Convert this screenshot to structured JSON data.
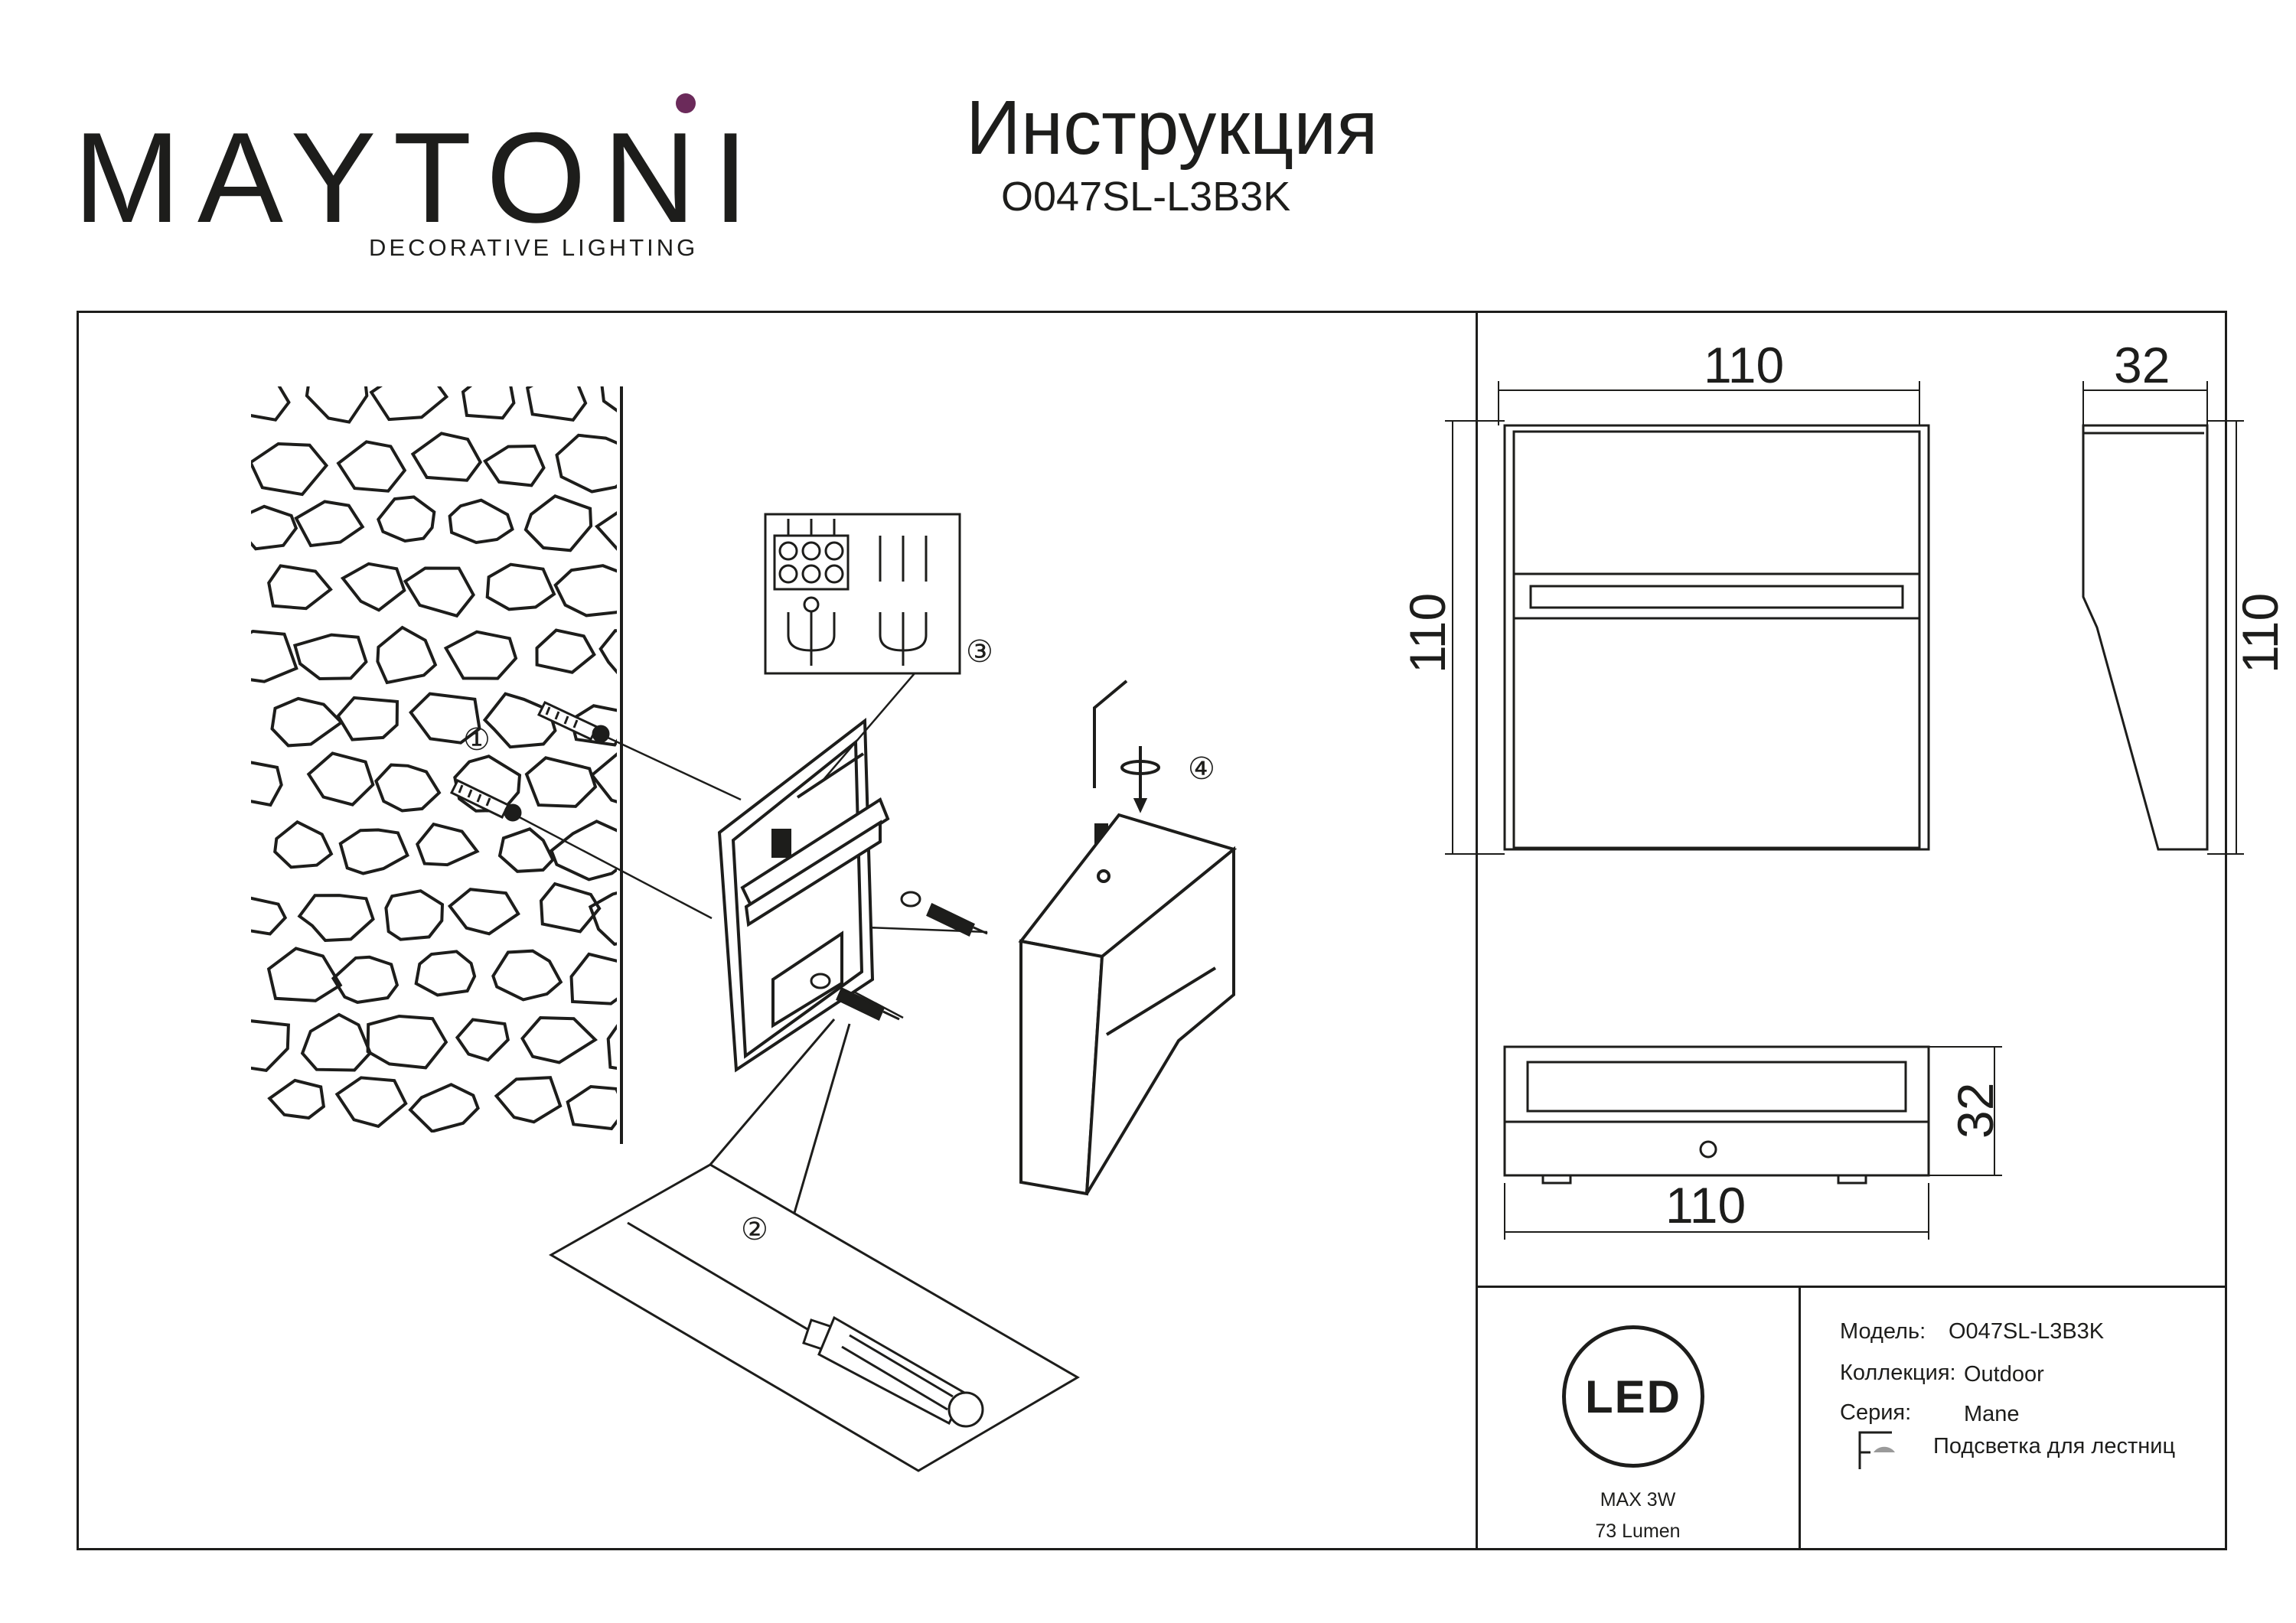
{
  "brand": {
    "name": "MAYTONI",
    "tagline": "DECORATIVE LIGHTING",
    "accent_color": "#6b2a5a"
  },
  "header": {
    "title": "Инструкция",
    "model": "O047SL-L3B3K"
  },
  "steps": [
    "①",
    "②",
    "③",
    "④"
  ],
  "dimensions": {
    "front_width": "110",
    "front_height": "110",
    "side_depth": "32",
    "side_height": "110",
    "bottom_width": "110",
    "bottom_depth": "32"
  },
  "led": {
    "badge": "LED",
    "power": "MAX 3W",
    "lumen": "73 Lumen"
  },
  "info": {
    "model_label": "Модель:",
    "model_value": "O047SL-L3B3K",
    "collection_label": "Коллекция:",
    "collection_value": "Outdoor",
    "series_label": "Серия:",
    "series_value": "Mane",
    "type_value": "Подсветка для лестниц",
    "type_icon": "stair-light-icon"
  }
}
